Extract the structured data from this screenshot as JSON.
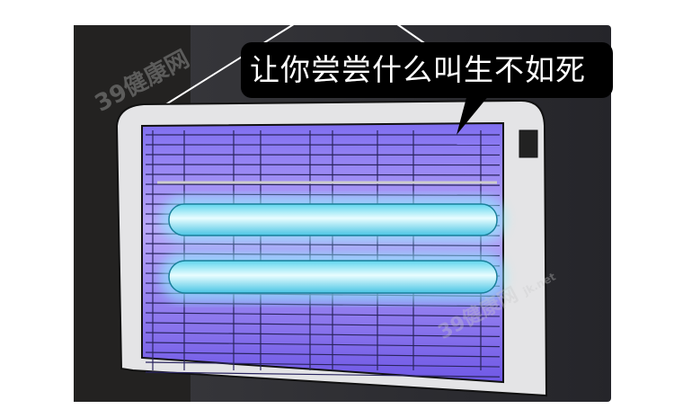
{
  "speech_bubble": {
    "text": "让你尝尝什么叫生不如死"
  },
  "watermark": {
    "text": "39健康网",
    "domain": "jk.net"
  },
  "colors": {
    "background": "#2e2e32",
    "screen": "#8a78f0",
    "tube": "#7fe6f5",
    "frame": "#e4e4e6",
    "bubble": "#000000"
  }
}
